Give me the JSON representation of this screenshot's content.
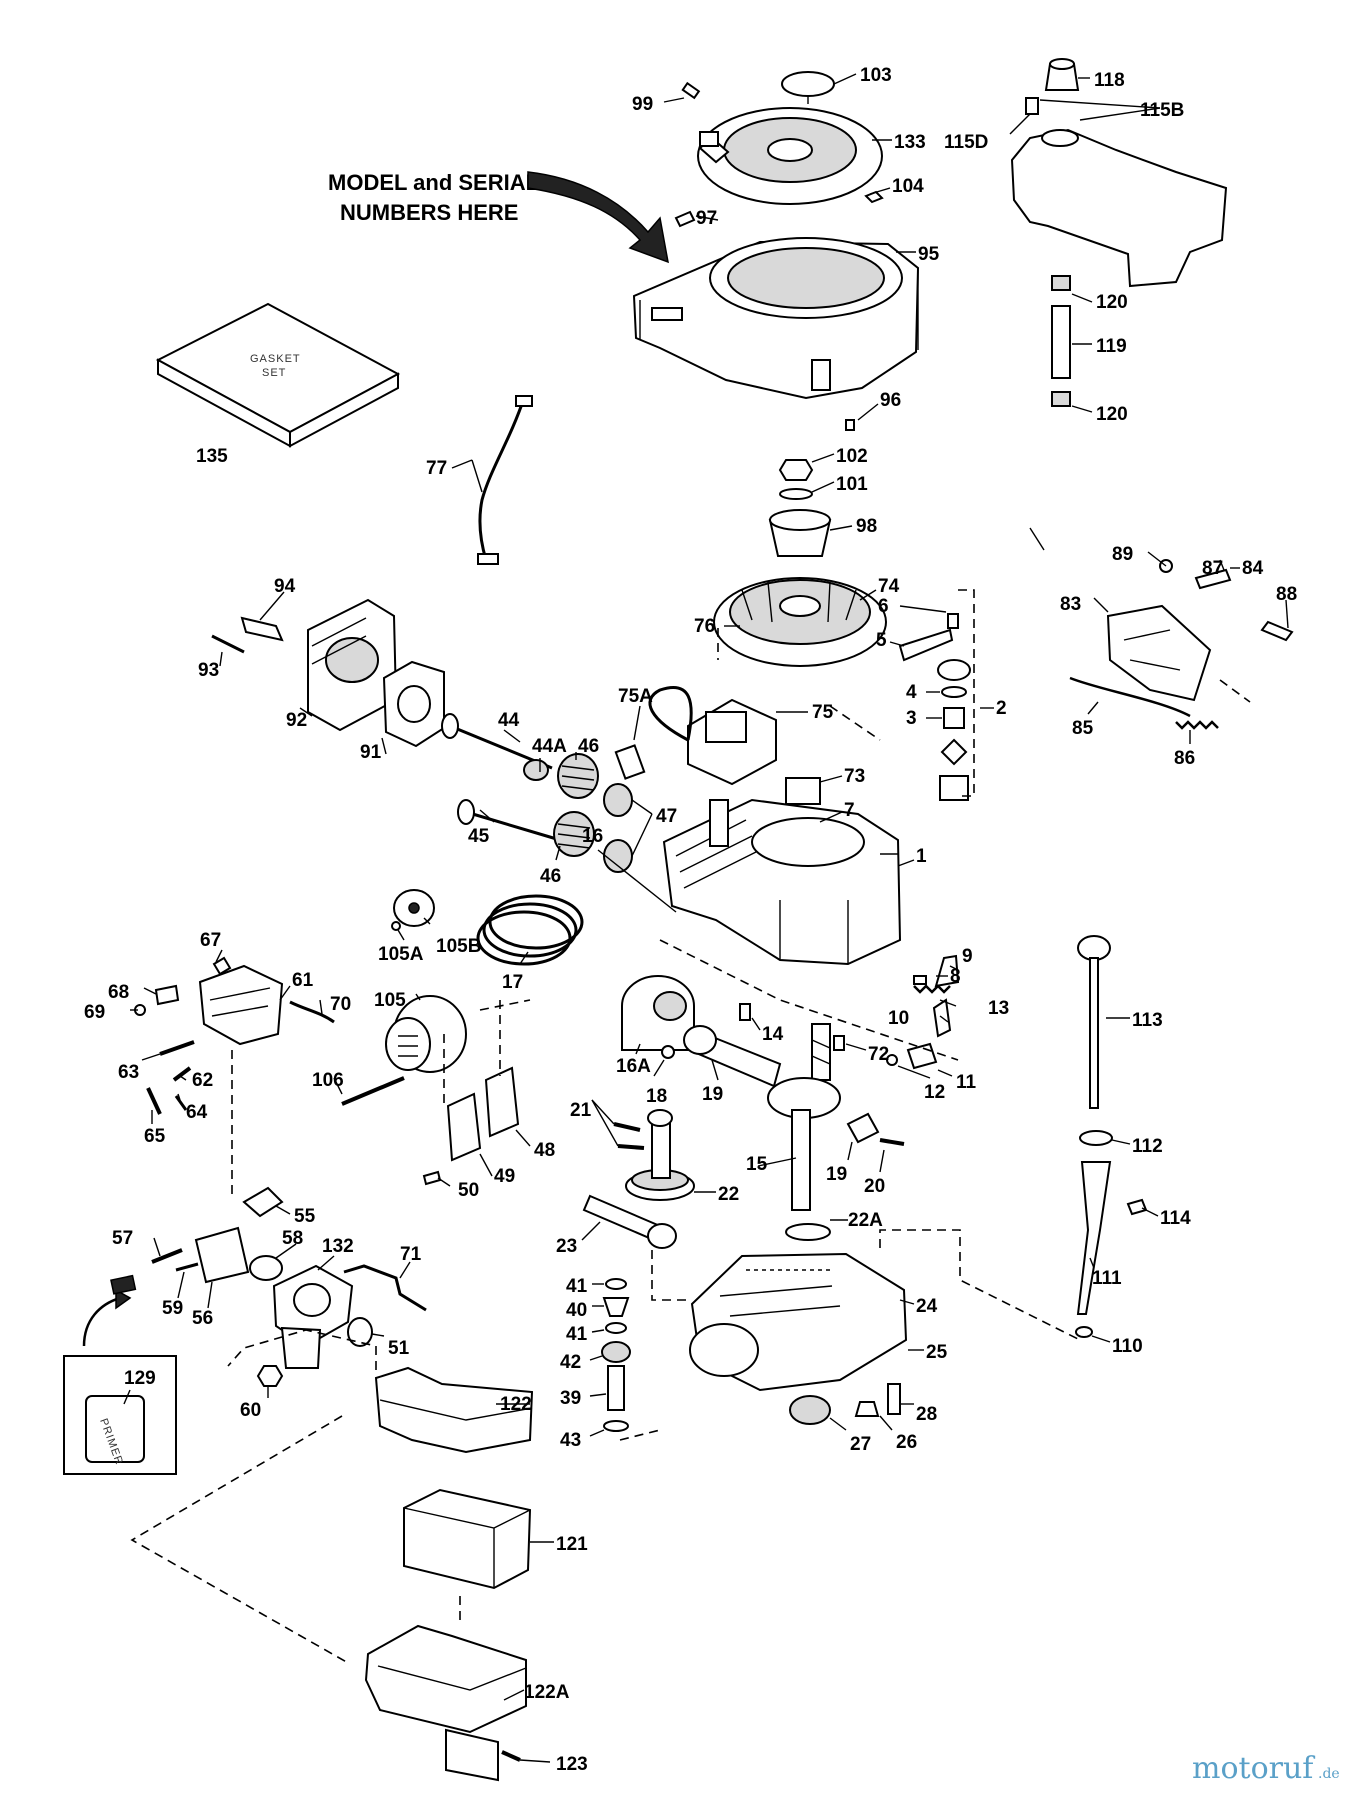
{
  "callout": {
    "line1": "MODEL and SERIAL",
    "line2": "NUMBERS HERE"
  },
  "gasket_box_text": {
    "line1": "GASKET",
    "line2": "SET"
  },
  "primer_label": "PRIMER",
  "watermark": {
    "name": "motoruf",
    "suffix": ".de"
  },
  "part_numbers": {
    "p1": "1",
    "p2": "2",
    "p3": "3",
    "p4": "4",
    "p5": "5",
    "p6": "6",
    "p7": "7",
    "p8": "8",
    "p9": "9",
    "p10": "10",
    "p11": "11",
    "p12": "12",
    "p13": "13",
    "p14": "14",
    "p15": "15",
    "p16": "16",
    "p16A": "16A",
    "p17": "17",
    "p18": "18",
    "p19a": "19",
    "p19b": "19",
    "p20": "20",
    "p21": "21",
    "p22": "22",
    "p22A": "22A",
    "p23": "23",
    "p24": "24",
    "p25": "25",
    "p26": "26",
    "p27": "27",
    "p28": "28",
    "p39": "39",
    "p40": "40",
    "p41a": "41",
    "p41b": "41",
    "p42": "42",
    "p43": "43",
    "p44": "44",
    "p44A": "44A",
    "p45": "45",
    "p46a": "46",
    "p46b": "46",
    "p47": "47",
    "p48": "48",
    "p49": "49",
    "p50": "50",
    "p51": "51",
    "p55": "55",
    "p56": "56",
    "p57": "57",
    "p58": "58",
    "p59": "59",
    "p60": "60",
    "p61": "61",
    "p62": "62",
    "p63": "63",
    "p64": "64",
    "p65": "65",
    "p67": "67",
    "p68": "68",
    "p69": "69",
    "p70": "70",
    "p71": "71",
    "p72": "72",
    "p73": "73",
    "p74": "74",
    "p75": "75",
    "p75A": "75A",
    "p76": "76",
    "p77": "77",
    "p83": "83",
    "p84": "84",
    "p85": "85",
    "p86": "86",
    "p87": "87",
    "p88": "88",
    "p89": "89",
    "p91": "91",
    "p92": "92",
    "p93": "93",
    "p94": "94",
    "p95": "95",
    "p96": "96",
    "p97": "97",
    "p98": "98",
    "p99": "99",
    "p101": "101",
    "p102": "102",
    "p103": "103",
    "p104": "104",
    "p105": "105",
    "p105A": "105A",
    "p105B": "105B",
    "p106": "106",
    "p110": "110",
    "p111": "111",
    "p112": "112",
    "p113": "113",
    "p114": "114",
    "p115B": "115B",
    "p115D": "115D",
    "p118": "118",
    "p119": "119",
    "p120a": "120",
    "p120b": "120",
    "p121": "121",
    "p122": "122",
    "p122A": "122A",
    "p123": "123",
    "p129": "129",
    "p132": "132",
    "p133": "133",
    "p135": "135"
  }
}
